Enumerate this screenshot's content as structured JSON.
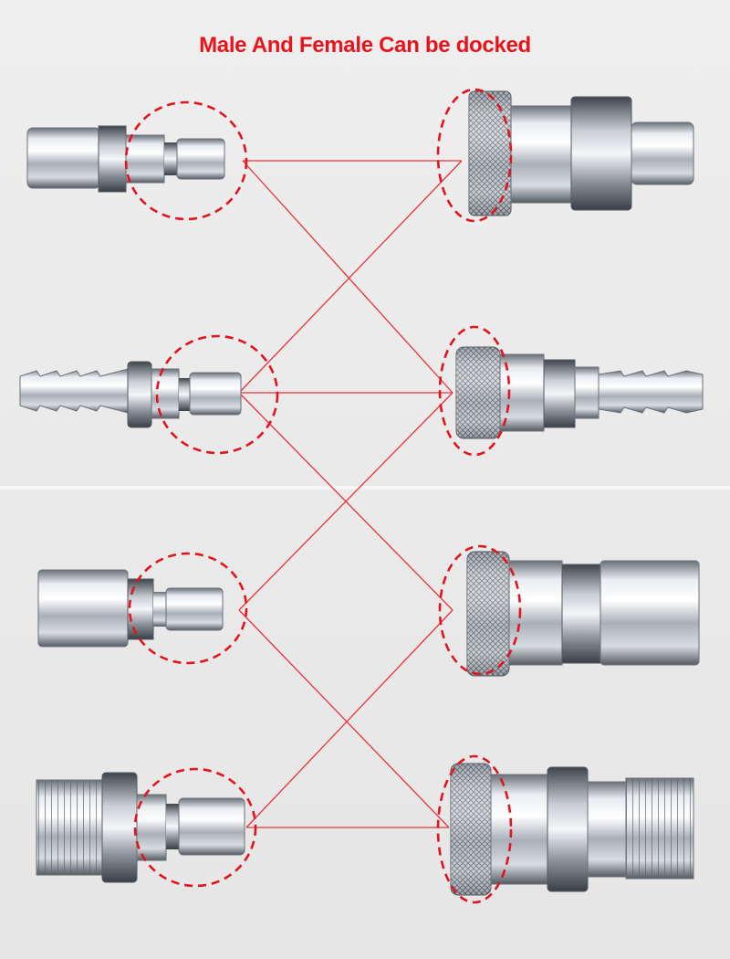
{
  "headline": "Male And Female Can be docked",
  "colors": {
    "headline": "#e8141b",
    "link_line": "#e8323a",
    "dashed_circle": "#e0151d",
    "metal_light": "#f2f4f7",
    "metal_mid": "#b9bec6",
    "metal_dark": "#5d636c",
    "background": "#ececec"
  },
  "male_connectors": [
    {
      "name": "male-plug-hose-nut"
    },
    {
      "name": "male-plug-barb"
    },
    {
      "name": "male-plug-female-thread"
    },
    {
      "name": "male-plug-male-thread"
    }
  ],
  "female_couplers": [
    {
      "name": "female-coupler-hose-nut"
    },
    {
      "name": "female-coupler-barb"
    },
    {
      "name": "female-coupler-female-thread"
    },
    {
      "name": "female-coupler-male-thread"
    }
  ],
  "links": [
    {
      "from": 0,
      "to": 0
    },
    {
      "from": 0,
      "to": 1
    },
    {
      "from": 1,
      "to": 0
    },
    {
      "from": 1,
      "to": 1
    },
    {
      "from": 1,
      "to": 2
    },
    {
      "from": 2,
      "to": 1
    },
    {
      "from": 2,
      "to": 3
    },
    {
      "from": 3,
      "to": 2
    },
    {
      "from": 3,
      "to": 3
    }
  ]
}
